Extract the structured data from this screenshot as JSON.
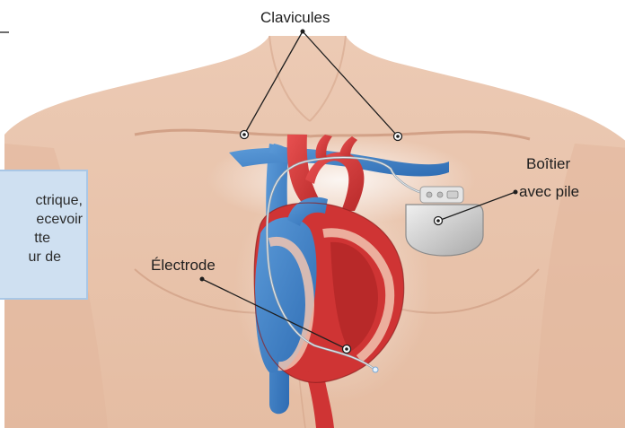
{
  "labels": {
    "clavicules": "Clavicules",
    "boitier_line1": "Boîtier",
    "boitier_line2": "avec pile",
    "electrode": "Électrode"
  },
  "info_box": {
    "lines": [
      "ctrique,",
      "ecevoir",
      "tte",
      "ur de"
    ]
  },
  "colors": {
    "skin": "#e9c5ae",
    "skin_shadow": "#d9ab92",
    "artery_red": "#d63a3a",
    "vein_blue": "#3c7fc6",
    "info_box_fill": "#cfe0f1",
    "info_box_border": "#a9c7e6",
    "device_grey": "#c9c9c9"
  }
}
